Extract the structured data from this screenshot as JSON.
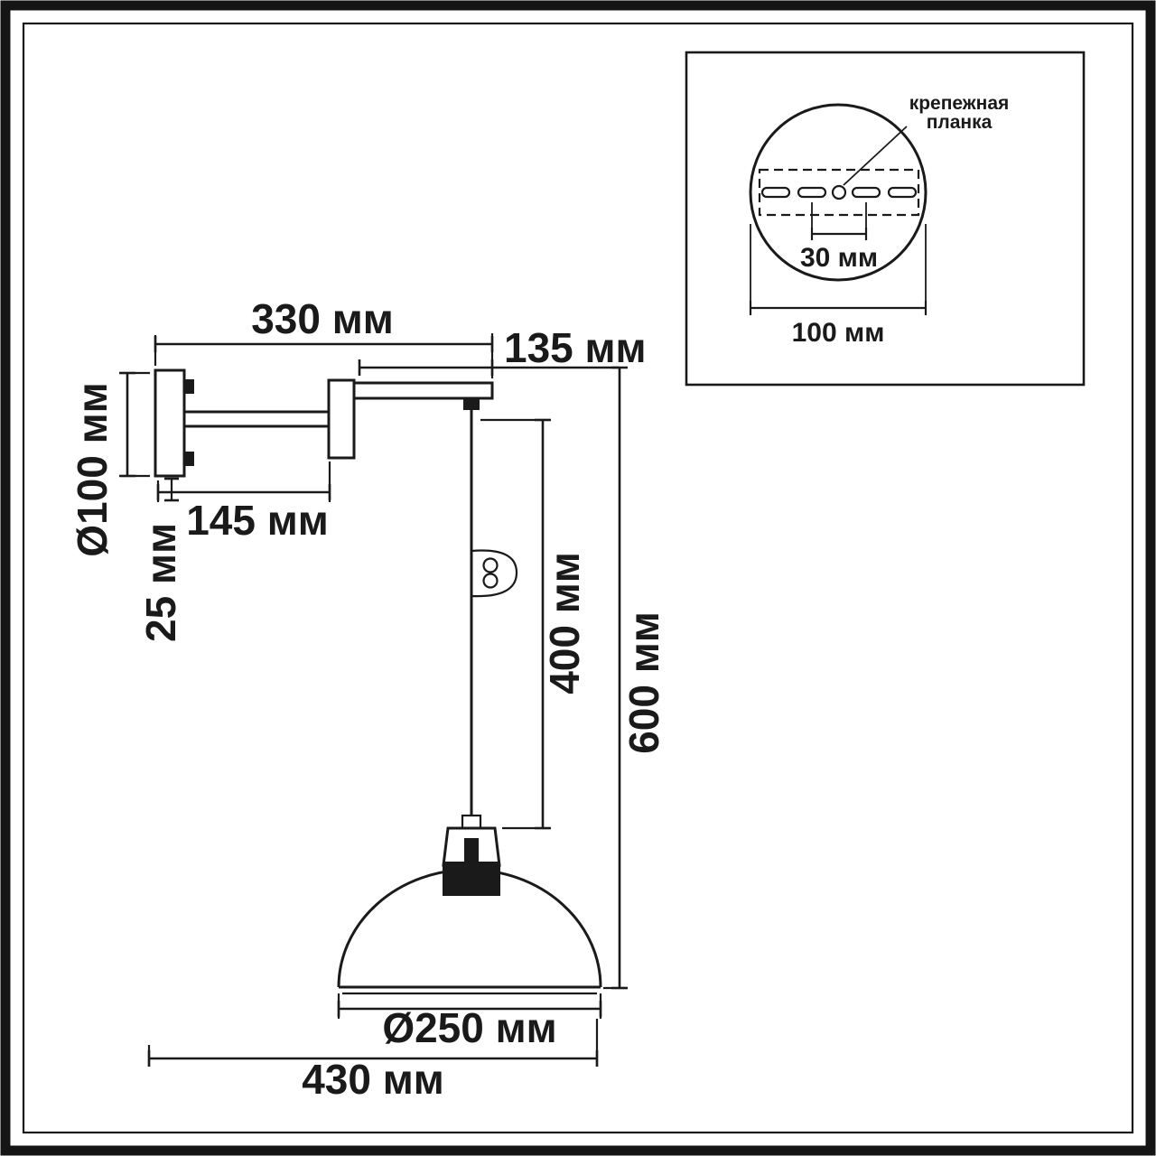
{
  "colors": {
    "ink": "#1a1a1a",
    "background": "#ffffff"
  },
  "dimensions": {
    "arm_length": "330 мм",
    "arm_extension": "135 мм",
    "base_diameter": "Ø100 мм",
    "arm_offset": "145 мм",
    "base_depth": "25 мм",
    "cord_length": "400 мм",
    "total_drop": "600 мм",
    "shade_diameter": "Ø250 мм",
    "total_width": "430 мм"
  },
  "inset": {
    "callout_line1": "крепежная",
    "callout_line2": "планка",
    "slot_spacing": "30 мм",
    "plate_width": "100 мм"
  }
}
